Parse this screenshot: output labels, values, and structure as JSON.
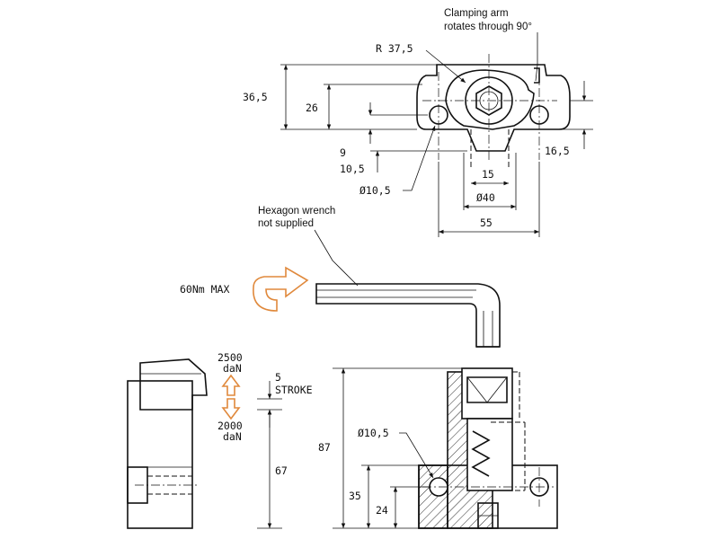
{
  "notes": {
    "clamp_line1": "Clamping arm",
    "clamp_line2": "rotates through 90°",
    "wrench_line1": "Hexagon wrench",
    "wrench_line2": "not supplied",
    "torque": "60Nm MAX"
  },
  "top_view": {
    "radius": "R 37,5",
    "height_total": "36,5",
    "height_mid": "26",
    "dim_9": "9",
    "dim_10_5": "10,5",
    "hole_dia": "Ø10,5",
    "dim_15": "15",
    "dia_40": "Ø40",
    "dim_55": "55",
    "dim_16_5": "16,5"
  },
  "side_view": {
    "force_up_value": "2500",
    "force_up_unit": "daN",
    "stroke_value": "5",
    "stroke_label": "STROKE",
    "force_down_value": "2000",
    "force_down_unit": "daN",
    "height_67": "67"
  },
  "section_view": {
    "height_87": "87",
    "hole_dia": "Ø10,5",
    "dim_35": "35",
    "dim_24": "24"
  },
  "colors": {
    "line": "#111111",
    "arrow_accent": "#e0893c"
  }
}
